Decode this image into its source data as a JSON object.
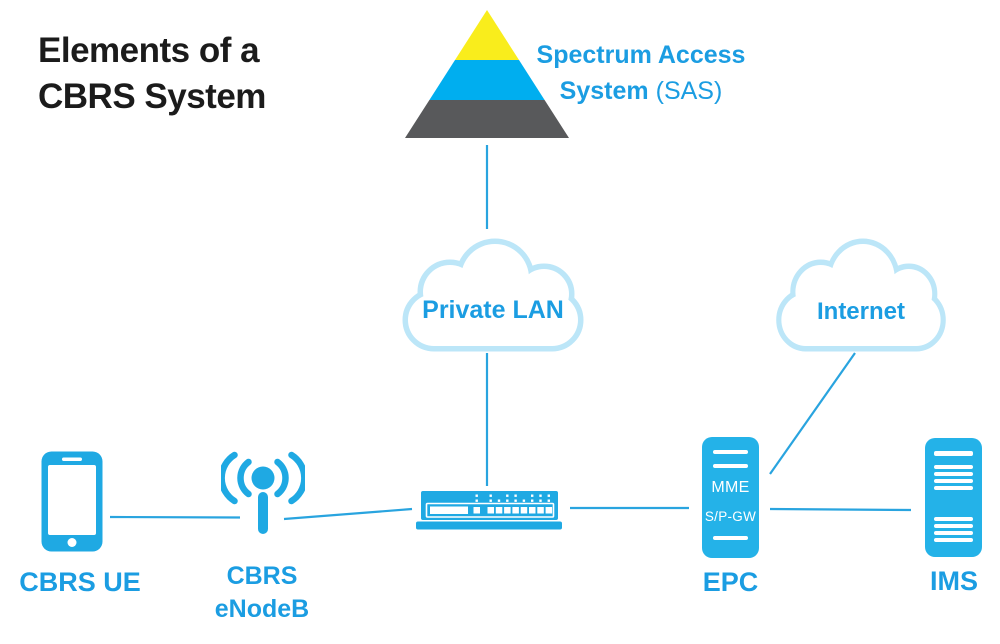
{
  "title": {
    "line1": "Elements of a",
    "line2": "CBRS System"
  },
  "sas": {
    "line1": "Spectrum Access",
    "line2_bold": "System",
    "line2_paren": "(SAS)",
    "icon": "pyramid-icon"
  },
  "clouds": {
    "private_lan": {
      "label": "Private LAN",
      "icon": "cloud-icon"
    },
    "internet": {
      "label": "Internet",
      "icon": "cloud-icon"
    }
  },
  "nodes": {
    "ue": {
      "label": "CBRS UE",
      "icon": "smartphone-icon"
    },
    "enodeb": {
      "label_line1": "CBRS",
      "label_line2": "eNodeB",
      "icon": "antenna-icon"
    },
    "switch": {
      "icon": "network-switch-icon"
    },
    "epc": {
      "label": "EPC",
      "modules": [
        "MME",
        "S/P-GW"
      ],
      "icon": "server-tower-icon"
    },
    "ims": {
      "label": "IMS",
      "icon": "server-tower-icon"
    }
  },
  "colors": {
    "icon_blue": "#1fa9e3",
    "tower_blue": "#24b2e8",
    "label_blue": "#1b9de2",
    "line_blue": "#29a4df",
    "cloud_outline": "#bce6f8",
    "pyramid_yellow": "#f9ed1c",
    "pyramid_blue": "#00aeef",
    "pyramid_gray": "#58595b",
    "title_black": "#1b1b1b"
  }
}
